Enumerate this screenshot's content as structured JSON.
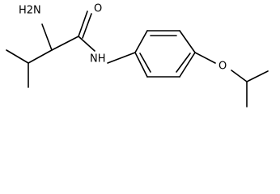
{
  "structure": {
    "atom_labels": {
      "amine": "H2N",
      "carbonyl_oxygen": "O",
      "amide_nitrogen": "NH",
      "ether_oxygen": "O"
    }
  }
}
